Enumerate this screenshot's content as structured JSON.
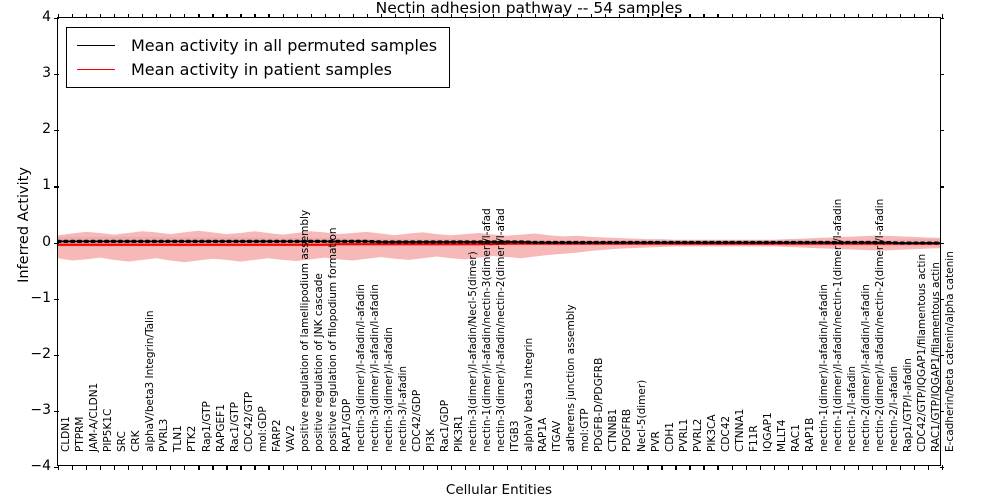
{
  "chart_data": {
    "type": "line",
    "title": "Nectin adhesion pathway -- 54 samples",
    "xlabel": "Cellular Entities",
    "ylabel": "Inferred Activity",
    "ylim": [
      -4,
      4
    ],
    "yticks": [
      4,
      3,
      2,
      1,
      0,
      -1,
      -2,
      -3,
      -4
    ],
    "ytick_labels": [
      "4",
      "3",
      "2",
      "1",
      "0",
      "−1",
      "−2",
      "−3",
      "−4"
    ],
    "grid": false,
    "legend_position": "upper left",
    "legend": [
      {
        "label": "Mean activity in all permuted samples",
        "color": "#000000",
        "style": "solid"
      },
      {
        "label": "Mean activity in patient samples",
        "color": "#ff0000",
        "style": "solid"
      }
    ],
    "categories": [
      "CLDN1",
      "PTPRM",
      "JAM-A/CLDN1",
      "PIP5K1C",
      "SRC",
      "CRK",
      "alphaV/beta3 Integrin/Talin",
      "PVRL3",
      "TLN1",
      "PTK2",
      "Rap1/GTP",
      "RAPGEF1",
      "Rac1/GTP",
      "CDC42/GTP",
      "mol:GDP",
      "FARP2",
      "VAV2",
      "positive regulation of lamellipodium assembly",
      "positive regulation of JNK cascade",
      "positive regulation of filopodium formation",
      "RAP1/GDP",
      "nectin-3(dimer)/l-afadin/l-afadin",
      "nectin-3(dimer)/l-afadin/l-afadin",
      "nectin-3(dimer)/l-afadin",
      "nectin-3/l-afadin",
      "CDC42/GDP",
      "PI3K",
      "Rac1/GDP",
      "PIK3R1",
      "nectin-3(dimer)/l-afadin/Necl-5(dimer)",
      "nectin-1(dimer)/l-afadin/nectin-3(dimer)/l-afad",
      "nectin-3(dimer)/l-afadin/nectin-2(dimer)/l-afad",
      "ITGB3",
      "alphaV beta3 Integrin",
      "RAP1A",
      "ITGAV",
      "adherens junction assembly",
      "mol:GTP",
      "PDGFB-D/PDGFRB",
      "CTNNB1",
      "PDGFRB",
      "Necl-5(dimer)",
      "PVR",
      "CDH1",
      "PVRL1",
      "PVRL2",
      "PIK3CA",
      "CDC42",
      "CTNNA1",
      "F11R",
      "IQGAP1",
      "MLLT4",
      "RAC1",
      "RAP1B",
      "nectin-1(dimer)/l-afadin/l-afadin",
      "nectin-1(dimer)/l-afadin/nectin-1(dimer)/l-afadin",
      "nectin-1/l-afadin",
      "nectin-2(dimer)/l-afadin/l-afadin",
      "nectin-2(dimer)/l-afadin/nectin-2(dimer)/l-afadin",
      "nectin-2/l-afadin",
      "Rap1/GTP/l-afadin",
      "CDC42/GTP/IQGAP1/filamentous actin",
      "RAC1/GTP/IQGAP1/filamentous actin",
      "E-cadherin/beta catenin/alpha catenin"
    ],
    "series": [
      {
        "name": "Mean activity in all permuted samples",
        "color": "#000000",
        "band_color": "#cccccc",
        "values": [
          0.02,
          0.02,
          0.02,
          0.02,
          0.02,
          0.02,
          0.02,
          0.02,
          0.02,
          0.02,
          0.02,
          0.02,
          0.02,
          0.02,
          0.02,
          0.02,
          0.02,
          0.02,
          0.02,
          0.02,
          0.02,
          0.02,
          0.02,
          0.01,
          0.01,
          0.01,
          0.01,
          0.01,
          0.01,
          0.01,
          0.01,
          0.01,
          0.01,
          0.01,
          0.0,
          0.0,
          0.0,
          0.0,
          0.0,
          0.0,
          0.0,
          0.0,
          0.0,
          0.0,
          0.0,
          0.0,
          0.0,
          0.0,
          0.0,
          0.0,
          0.0,
          0.0,
          0.0,
          0.0,
          0.0,
          0.0,
          0.0,
          0.0,
          0.0,
          0.0,
          -0.01,
          -0.01,
          -0.01,
          -0.01
        ],
        "band_upper": [
          0.1,
          0.1,
          0.1,
          0.1,
          0.1,
          0.1,
          0.1,
          0.1,
          0.09,
          0.09,
          0.09,
          0.09,
          0.09,
          0.09,
          0.09,
          0.08,
          0.08,
          0.08,
          0.08,
          0.08,
          0.08,
          0.07,
          0.07,
          0.07,
          0.07,
          0.06,
          0.06,
          0.06,
          0.06,
          0.06,
          0.05,
          0.05,
          0.05,
          0.05,
          0.05,
          0.05,
          0.04,
          0.04,
          0.04,
          0.04,
          0.04,
          0.04,
          0.04,
          0.04,
          0.04,
          0.04,
          0.04,
          0.04,
          0.04,
          0.04,
          0.04,
          0.04,
          0.05,
          0.05,
          0.05,
          0.05,
          0.05,
          0.05,
          0.05,
          0.05,
          0.05,
          0.06,
          0.06,
          0.06
        ],
        "band_lower": [
          -0.08,
          -0.08,
          -0.08,
          -0.08,
          -0.08,
          -0.08,
          -0.08,
          -0.08,
          -0.08,
          -0.08,
          -0.08,
          -0.08,
          -0.08,
          -0.08,
          -0.08,
          -0.07,
          -0.07,
          -0.07,
          -0.07,
          -0.07,
          -0.07,
          -0.07,
          -0.07,
          -0.07,
          -0.06,
          -0.06,
          -0.06,
          -0.06,
          -0.06,
          -0.06,
          -0.06,
          -0.05,
          -0.05,
          -0.05,
          -0.05,
          -0.05,
          -0.05,
          -0.05,
          -0.05,
          -0.05,
          -0.05,
          -0.05,
          -0.05,
          -0.05,
          -0.05,
          -0.05,
          -0.05,
          -0.05,
          -0.05,
          -0.05,
          -0.05,
          -0.05,
          -0.06,
          -0.06,
          -0.06,
          -0.06,
          -0.06,
          -0.06,
          -0.06,
          -0.07,
          -0.07,
          -0.07,
          -0.07,
          -0.07
        ]
      },
      {
        "name": "Mean activity in patient samples",
        "color": "#ff0000",
        "band_color": "#f4a0a0",
        "values": [
          -0.04,
          -0.04,
          -0.04,
          -0.04,
          -0.04,
          -0.04,
          -0.04,
          -0.04,
          -0.04,
          -0.04,
          -0.04,
          -0.04,
          -0.04,
          -0.04,
          -0.04,
          -0.04,
          -0.04,
          -0.04,
          -0.04,
          -0.04,
          -0.03,
          -0.03,
          -0.03,
          -0.03,
          -0.03,
          -0.03,
          -0.03,
          -0.03,
          -0.03,
          -0.03,
          -0.03,
          -0.03,
          -0.02,
          -0.02,
          -0.02,
          -0.02,
          -0.02,
          -0.02,
          -0.02,
          -0.02,
          -0.02,
          -0.02,
          -0.02,
          -0.02,
          -0.02,
          -0.02,
          -0.02,
          -0.02,
          -0.02,
          -0.02,
          -0.02,
          -0.02,
          -0.02,
          -0.02,
          -0.02,
          -0.02,
          -0.02,
          -0.02,
          -0.02,
          -0.02,
          -0.02,
          -0.02,
          -0.02,
          -0.02
        ],
        "band_upper": [
          0.13,
          0.16,
          0.19,
          0.17,
          0.14,
          0.17,
          0.2,
          0.18,
          0.15,
          0.18,
          0.21,
          0.18,
          0.15,
          0.17,
          0.2,
          0.17,
          0.14,
          0.17,
          0.2,
          0.18,
          0.15,
          0.17,
          0.19,
          0.16,
          0.13,
          0.16,
          0.18,
          0.15,
          0.13,
          0.15,
          0.17,
          0.14,
          0.12,
          0.14,
          0.16,
          0.13,
          0.11,
          0.12,
          0.1,
          0.09,
          0.08,
          0.07,
          0.06,
          0.06,
          0.05,
          0.05,
          0.05,
          0.05,
          0.05,
          0.05,
          0.05,
          0.05,
          0.06,
          0.07,
          0.08,
          0.09,
          0.1,
          0.11,
          0.12,
          0.12,
          0.11,
          0.1,
          0.09,
          0.08
        ],
        "band_lower": [
          -0.28,
          -0.32,
          -0.3,
          -0.27,
          -0.31,
          -0.34,
          -0.31,
          -0.28,
          -0.32,
          -0.35,
          -0.32,
          -0.29,
          -0.31,
          -0.34,
          -0.31,
          -0.28,
          -0.31,
          -0.33,
          -0.3,
          -0.27,
          -0.3,
          -0.32,
          -0.29,
          -0.26,
          -0.29,
          -0.31,
          -0.28,
          -0.25,
          -0.28,
          -0.3,
          -0.27,
          -0.24,
          -0.26,
          -0.28,
          -0.25,
          -0.22,
          -0.2,
          -0.18,
          -0.15,
          -0.13,
          -0.11,
          -0.1,
          -0.09,
          -0.08,
          -0.07,
          -0.07,
          -0.07,
          -0.07,
          -0.07,
          -0.07,
          -0.07,
          -0.07,
          -0.08,
          -0.09,
          -0.1,
          -0.11,
          -0.12,
          -0.13,
          -0.14,
          -0.14,
          -0.13,
          -0.12,
          -0.11,
          -0.1
        ]
      }
    ]
  }
}
